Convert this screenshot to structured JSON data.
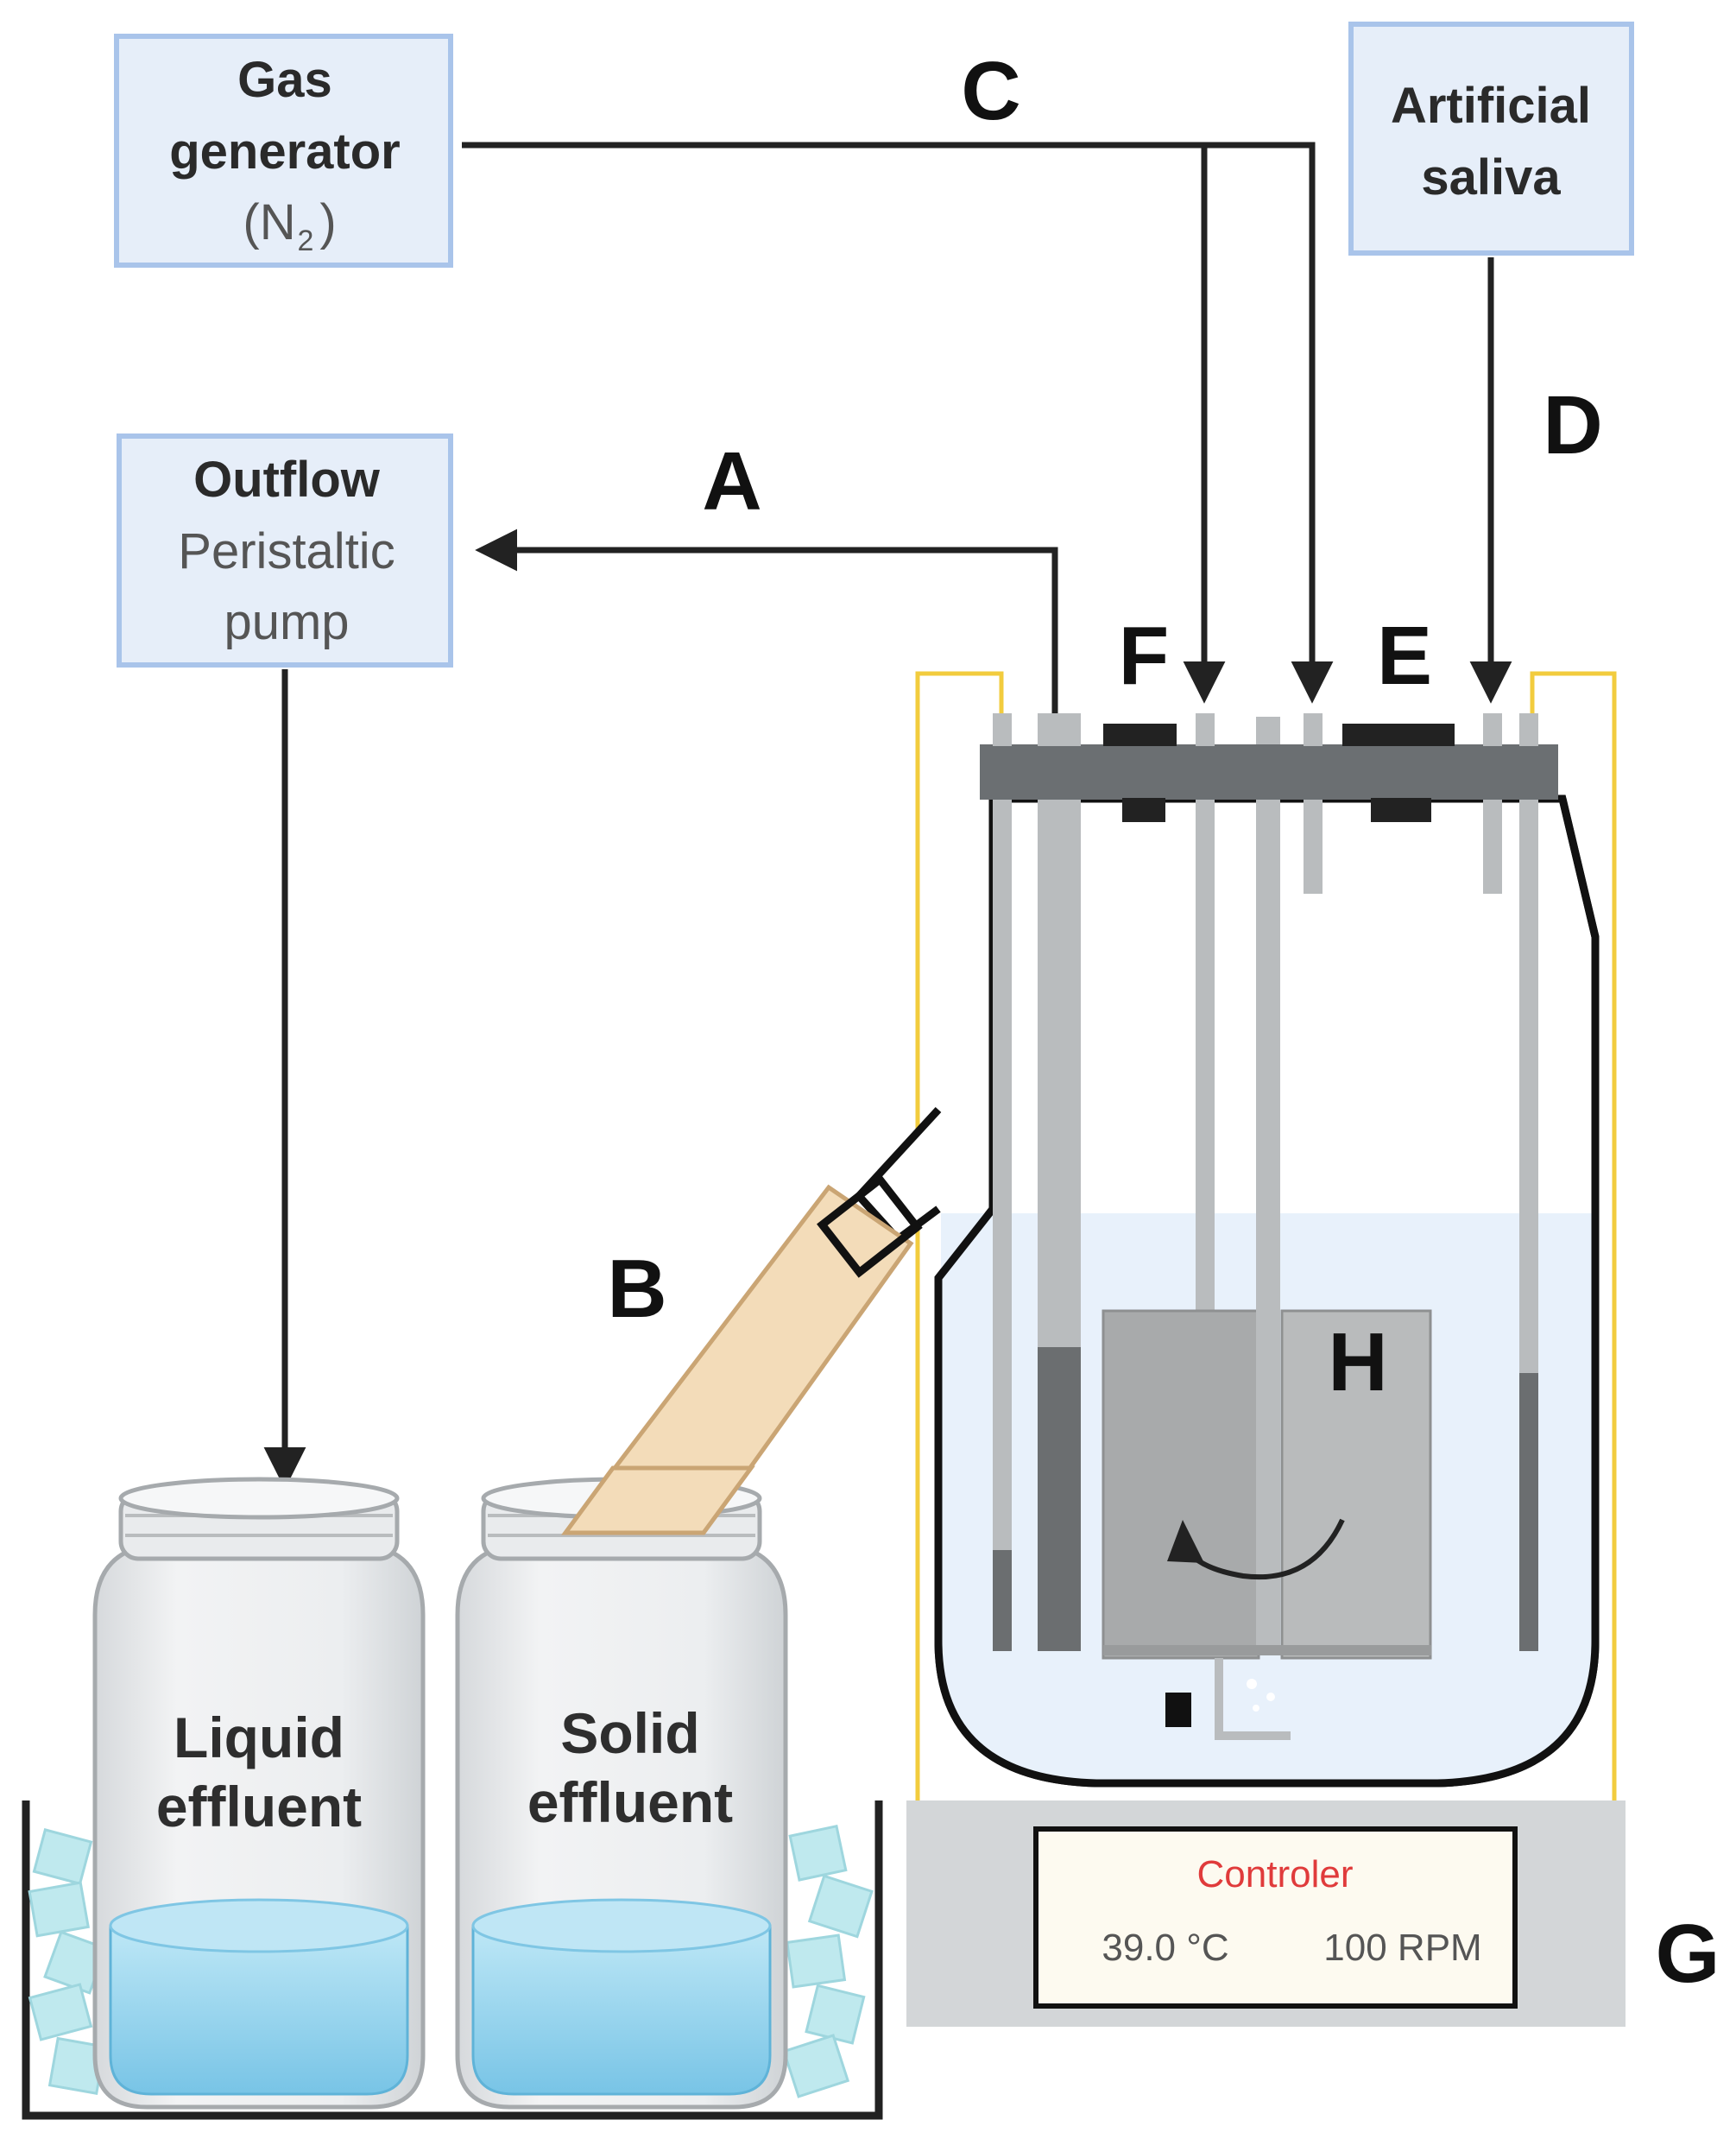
{
  "boxes": {
    "gas_generator": {
      "line1": "Gas",
      "line2": "generator",
      "formula": "(N",
      "subscript": "2",
      "formula_end": ")"
    },
    "artificial_saliva": {
      "line1": "Artificial",
      "line2": "saliva"
    },
    "outflow_pump": {
      "line1": "Outflow",
      "line2": "Peristaltic",
      "line3": "pump"
    }
  },
  "letters": {
    "A": "A",
    "B": "B",
    "C": "C",
    "D": "D",
    "E": "E",
    "F": "F",
    "G": "G",
    "H": "H"
  },
  "jars": {
    "liquid": {
      "line1": "Liquid",
      "line2": "effluent"
    },
    "solid": {
      "line1": "Solid",
      "line2": "effluent"
    }
  },
  "controller": {
    "title": "Controler",
    "temperature": "39.0 °C",
    "speed": "100 RPM"
  },
  "colors": {
    "box_fill": "#e6eef9",
    "box_stroke": "#a9c4ea",
    "lid": "#6b6f72",
    "rod": "#b9bcbe",
    "rod_dark": "#6b6e70",
    "liquid": "#e8f1fb",
    "heater_frame": "#f2cc3e",
    "base": "#d3d6d8",
    "chute": "#f3dcb9",
    "water": "#8fd0ec",
    "ice": "#bfe9ee",
    "controller_red": "#e03b3b"
  }
}
